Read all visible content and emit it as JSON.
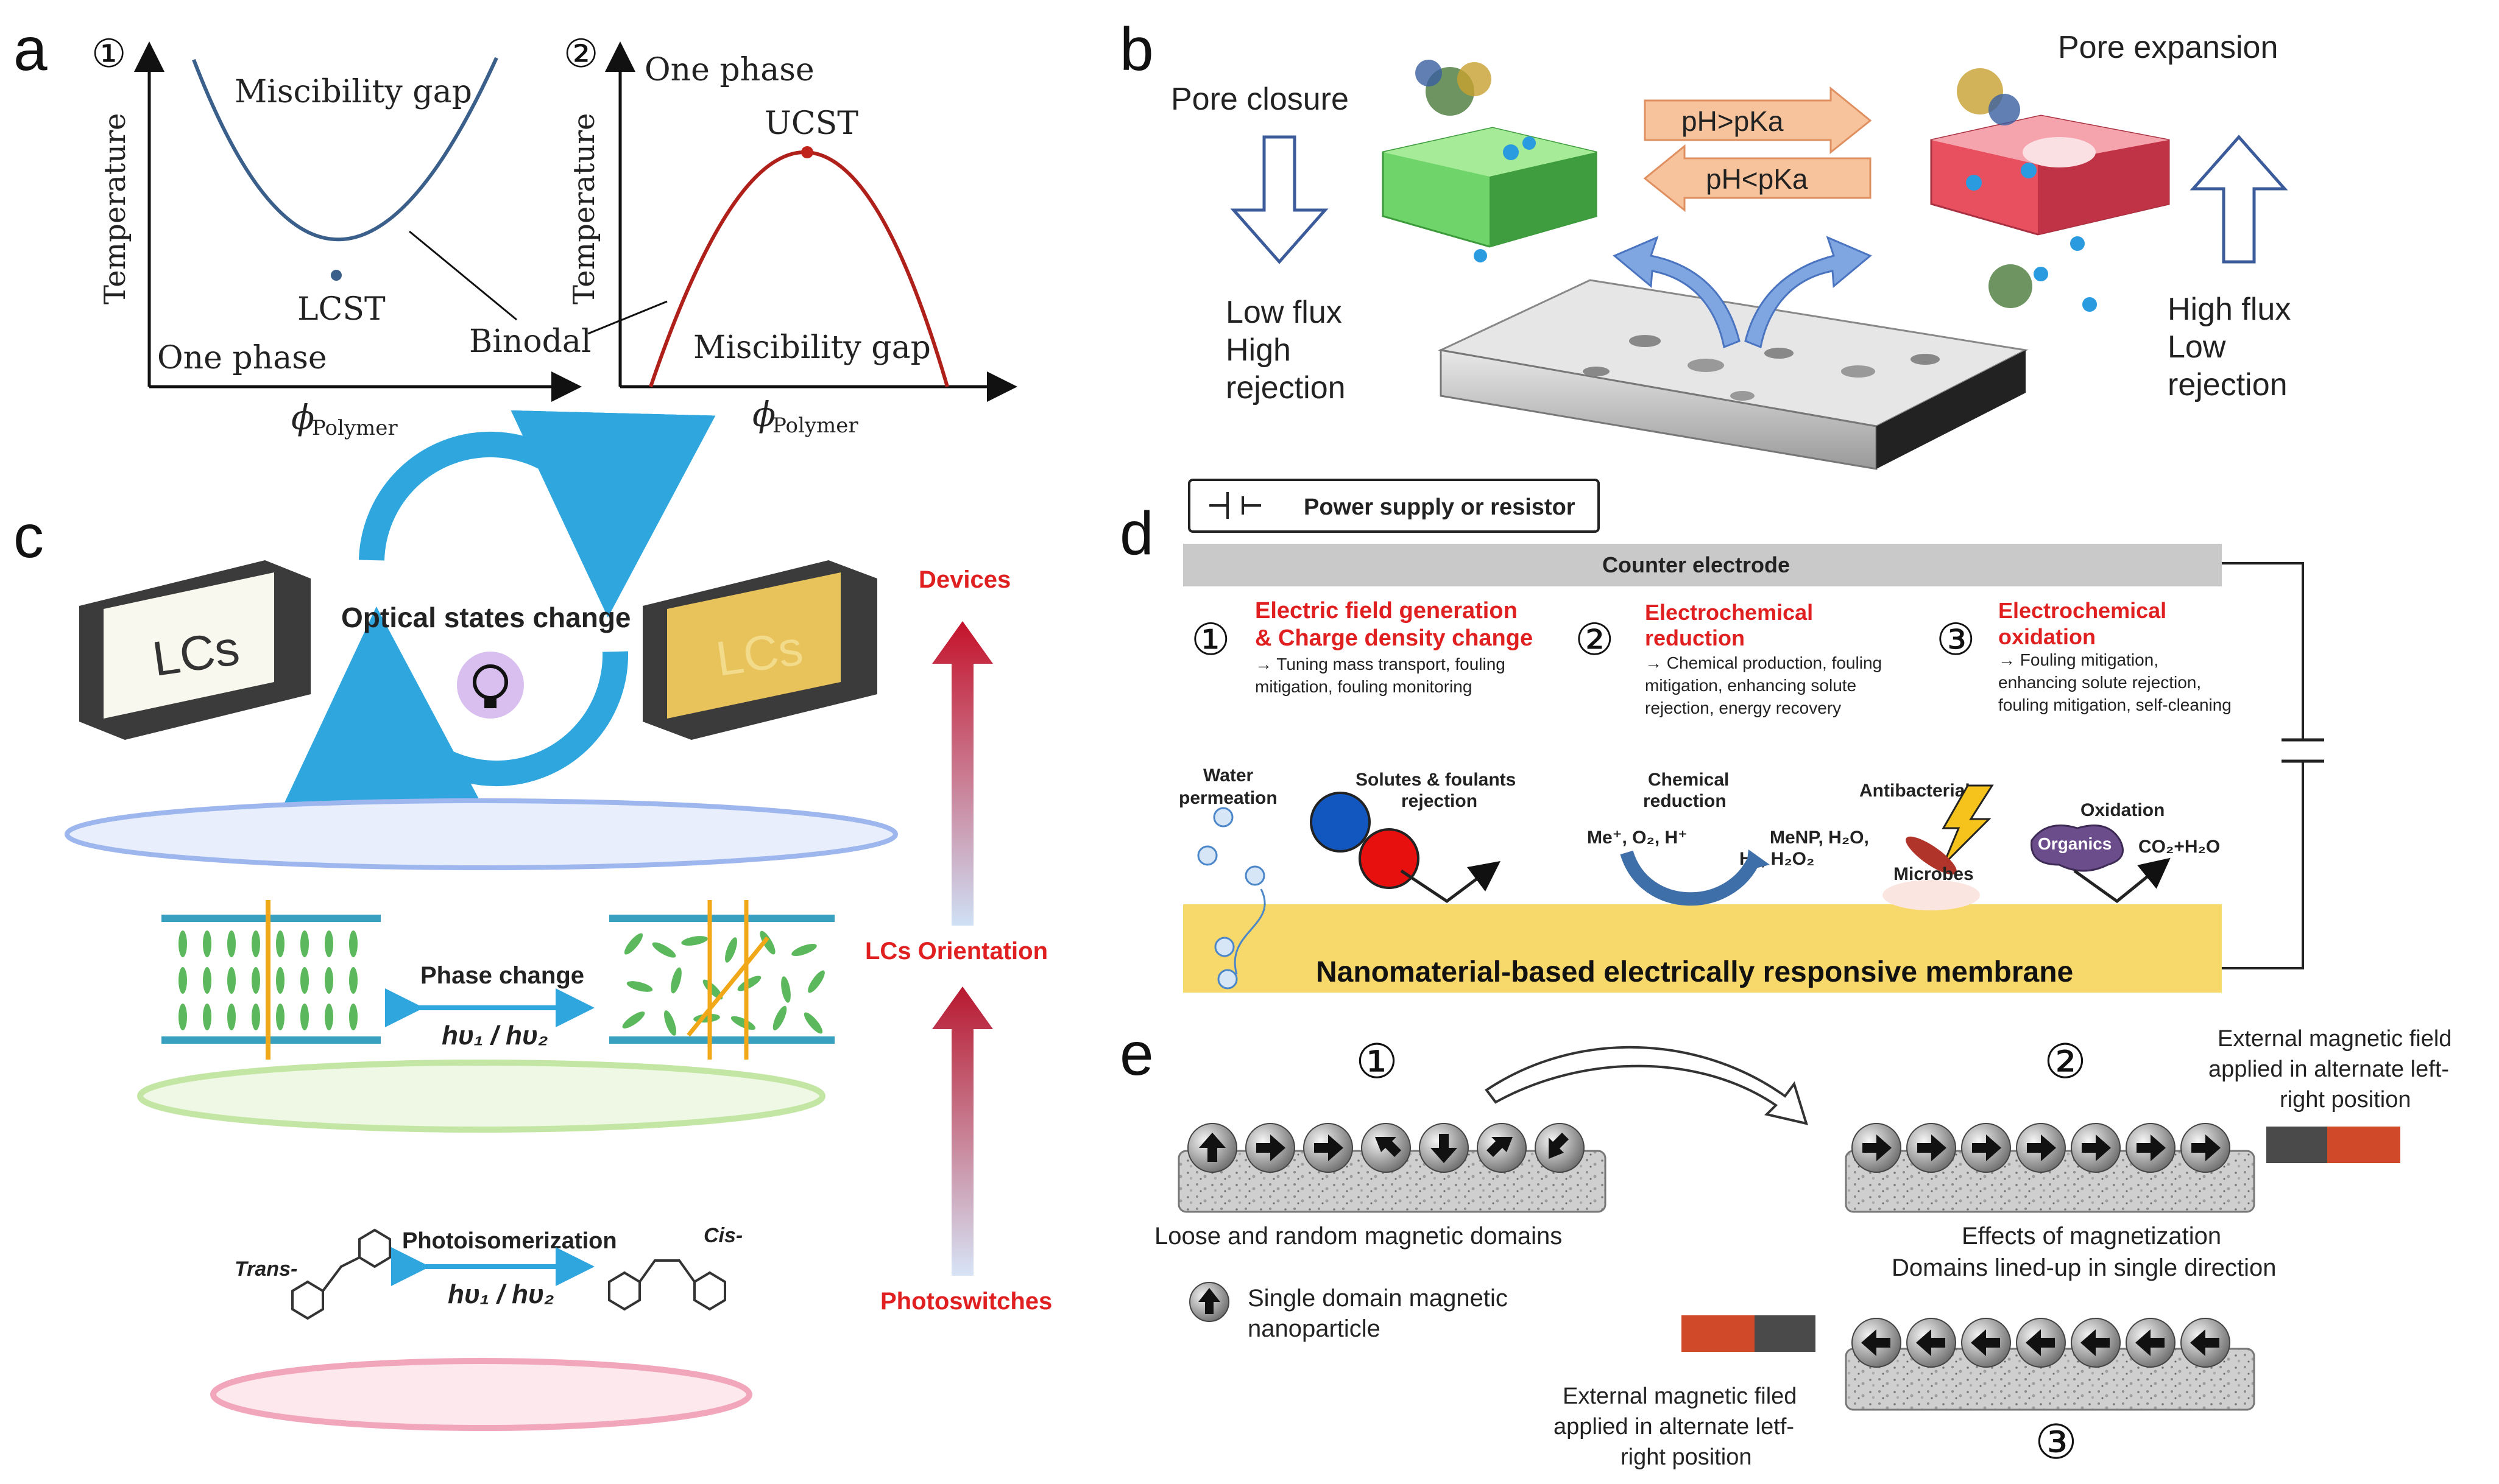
{
  "panels": {
    "a": {
      "letter": "a",
      "left": {
        "number": "①",
        "region_top": "Miscibility gap",
        "region_bottom": "One phase",
        "critical_point": "LCST",
        "ylabel": "Temperature",
        "xlabel_symbol": "ϕ",
        "xlabel_sub": "Polymer"
      },
      "right": {
        "number": "②",
        "region_top": "One phase",
        "region_bottom": "Miscibility gap",
        "critical_point": "UCST",
        "ylabel": "Temperature",
        "xlabel_symbol": "ϕ",
        "xlabel_sub": "Polymer"
      },
      "shared_label": "Binodal",
      "colors": {
        "lcst_curve": "#3a5f8a",
        "ucst_curve": "#b0201a"
      }
    },
    "b": {
      "letter": "b",
      "pore_closure": "Pore closure",
      "pore_expansion": "Pore expansion",
      "ph_high": "pH>pKa",
      "ph_low": "pH<pKa",
      "left_result": [
        "Low flux",
        "High",
        "rejection"
      ],
      "right_result": [
        "High flux",
        "Low",
        "rejection"
      ],
      "colors": {
        "green_gate": "#6fd46a",
        "red_gate": "#e8505f",
        "ph_arrow": "#f6c39c",
        "flow_arrow": "#7fa6e0"
      }
    },
    "c": {
      "letter": "c",
      "lc_label": "LCs",
      "lc_label_faded": "LCs",
      "optical": "Optical states change",
      "phase_change": "Phase change",
      "light": "hυ₁ / hυ₂",
      "photoisomerization": "Photoisomerization",
      "trans": "Trans-",
      "cis": "Cis-",
      "devices": "Devices",
      "orientation": "LCs Orientation",
      "photoswitches": "Photoswitches",
      "colors": {
        "red_label": "#e02020",
        "cycle_arrow": "#2fa6de",
        "lc_gold": "#e8c25a"
      }
    },
    "d": {
      "letter": "d",
      "power": "Power supply or resistor",
      "counter": "Counter electrode",
      "items": [
        {
          "num": "①",
          "title": [
            "Electric field generation",
            "& Charge density change"
          ],
          "desc": [
            "→ Tuning mass transport, fouling",
            "mitigation, fouling monitoring"
          ]
        },
        {
          "num": "②",
          "title": [
            "Electrochemical",
            "reduction"
          ],
          "desc": [
            "→ Chemical production, fouling",
            "mitigation, enhancing solute",
            "rejection, energy recovery"
          ]
        },
        {
          "num": "③",
          "title": [
            "Electrochemical",
            "oxidation"
          ],
          "desc": [
            "→ Fouling mitigation,",
            "enhancing solute rejection,",
            "fouling mitigation, self-cleaning"
          ]
        }
      ],
      "water": [
        "Water",
        "permeation"
      ],
      "solutes": [
        "Solutes & foulants",
        "rejection"
      ],
      "chem": [
        "Chemical",
        "reduction"
      ],
      "reactants": "Me⁺, O₂, H⁺",
      "products": [
        "MeNP, H₂O,",
        "H₂, H₂O₂"
      ],
      "antibacterial": "Antibacterial",
      "microbes": "Microbes",
      "oxidation": "Oxidation",
      "organics": "Organics",
      "co2": "CO₂+H₂O",
      "membrane": "Nanomaterial-based electrically responsive membrane",
      "colors": {
        "title_red": "#e02020",
        "membrane": "#f7d86a",
        "electrode": "#c9c9c9"
      }
    },
    "e": {
      "letter": "e",
      "num1": "①",
      "num2": "②",
      "num3": "③",
      "loose": "Loose and random magnetic domains",
      "single": [
        "Single domain magnetic",
        "nanoparticle"
      ],
      "effects": [
        "Effects of magnetization",
        "Domains lined-up in single direction"
      ],
      "ext_top": [
        "External magnetic field",
        "applied in alternate left-",
        "right position"
      ],
      "ext_bottom": [
        "External magnetic filed",
        "applied in alternate letf-",
        "right position"
      ]
    }
  }
}
